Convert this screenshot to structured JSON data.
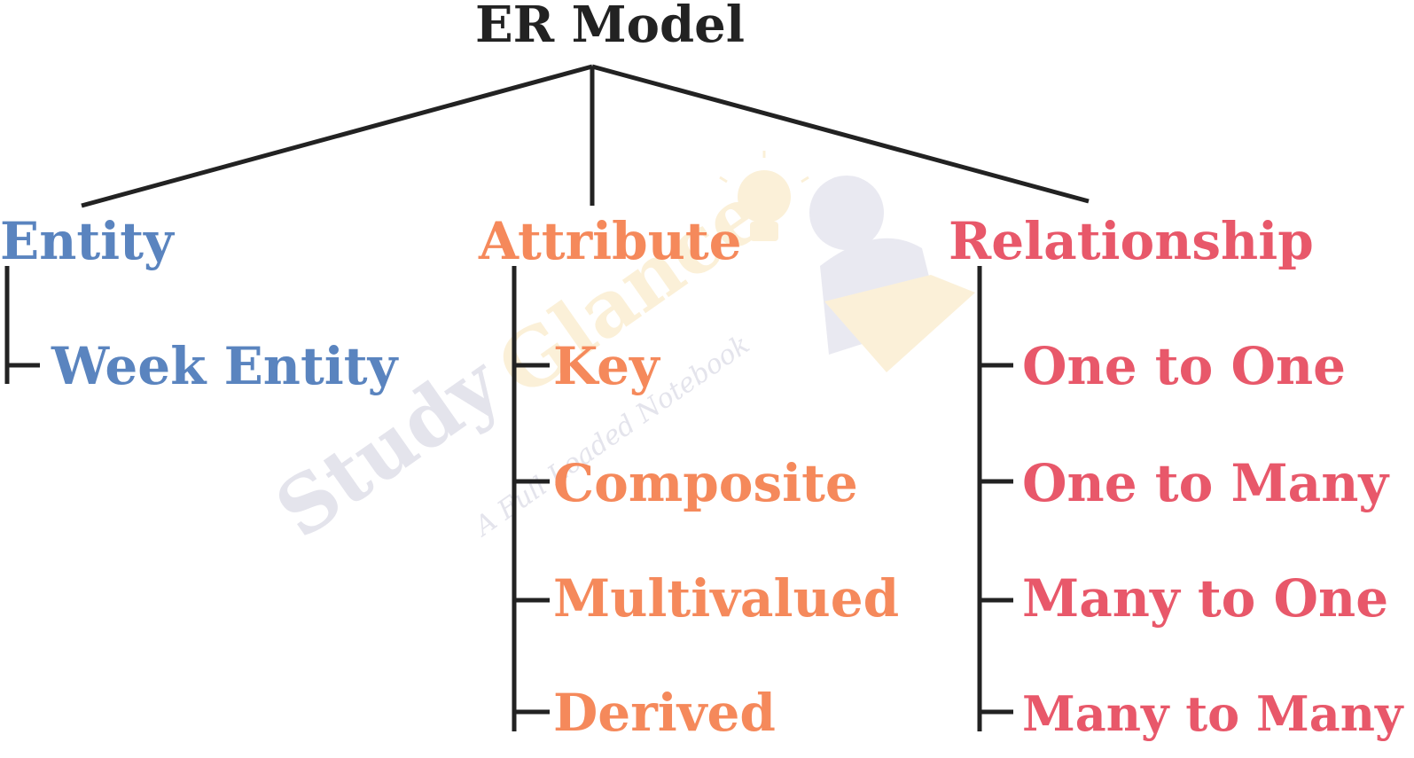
{
  "title": "ER Model",
  "colors": {
    "line": "#222222",
    "title": "#222222",
    "entity": "#5a84bf",
    "attribute": "#f5895b",
    "relationship": "#e8586a",
    "watermark_text": "#e4e4ec",
    "watermark_accent": "#fbf0d8"
  },
  "branches": {
    "entity": {
      "label": "Entity",
      "children": [
        "Week Entity"
      ]
    },
    "attribute": {
      "label": "Attribute",
      "children": [
        "Key",
        "Composite",
        "Multivalued",
        "Derived"
      ]
    },
    "relationship": {
      "label": "Relationship",
      "children": [
        "One to One",
        "One to Many",
        "Many to One",
        "Many to Many"
      ]
    }
  },
  "watermark": {
    "brand": "Study",
    "brand_accent": "Glance",
    "tagline": "A Full Loaded Notebook"
  }
}
